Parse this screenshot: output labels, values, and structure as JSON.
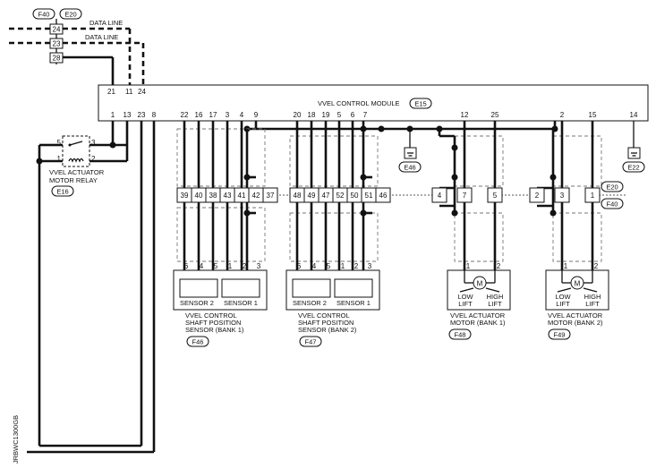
{
  "connectors": {
    "top_left_a": "F40",
    "top_left_b": "E20",
    "module": "E15",
    "relay": "E16",
    "ground1": "E46",
    "ground2": "E22",
    "mid_right_a": "E20",
    "mid_right_b": "F40",
    "sensor1": "F46",
    "sensor2": "F47",
    "motor1": "F48",
    "motor2": "F49"
  },
  "data_lines": {
    "label1": "DATA LINE",
    "label2": "DATA LINE",
    "pins": [
      "24",
      "23",
      "28"
    ]
  },
  "module": {
    "title": "VVEL CONTROL MODULE",
    "top_pins": [
      "21",
      "11",
      "24"
    ],
    "bottom_pins": [
      "1",
      "13",
      "23",
      "8",
      "22",
      "16",
      "17",
      "3",
      "4",
      "9",
      "20",
      "18",
      "19",
      "5",
      "6",
      "7",
      "12",
      "25",
      "2",
      "15",
      "14"
    ]
  },
  "relay": {
    "label_line1": "VVEL ACTUATOR",
    "label_line2": "MOTOR RELAY",
    "pins": [
      "5",
      "3",
      "1",
      "2"
    ]
  },
  "joint_connectors": {
    "group1": [
      "39",
      "40",
      "38",
      "43",
      "41",
      "42",
      "37"
    ],
    "group2": [
      "48",
      "49",
      "47",
      "52",
      "50",
      "51",
      "46"
    ],
    "group3": [
      "4",
      "7",
      "5"
    ],
    "group4": [
      "2",
      "3",
      "1"
    ]
  },
  "sensor_bank1": {
    "pins": [
      "6",
      "4",
      "5",
      "1",
      "2",
      "3"
    ],
    "sensor_a": "SENSOR 2",
    "sensor_b": "SENSOR 1",
    "label_line1": "VVEL CONTROL",
    "label_line2": "SHAFT POSITION",
    "label_line3": "SENSOR (BANK 1)"
  },
  "sensor_bank2": {
    "pins": [
      "6",
      "4",
      "5",
      "1",
      "2",
      "3"
    ],
    "sensor_a": "SENSOR 2",
    "sensor_b": "SENSOR 1",
    "label_line1": "VVEL CONTROL",
    "label_line2": "SHAFT POSITION",
    "label_line3": "SENSOR (BANK 2)"
  },
  "motor_bank1": {
    "pins": [
      "1",
      "2"
    ],
    "motor_symbol": "M",
    "low1": "LOW",
    "low2": "LIFT",
    "high1": "HIGH",
    "high2": "LIFT",
    "label_line1": "VVEL ACTUATOR",
    "label_line2": "MOTOR (BANK 1)"
  },
  "motor_bank2": {
    "pins": [
      "1",
      "2"
    ],
    "motor_symbol": "M",
    "low1": "LOW",
    "low2": "LIFT",
    "high1": "HIGH",
    "high2": "LIFT",
    "label_line1": "VVEL ACTUATOR",
    "label_line2": "MOTOR (BANK 2)"
  },
  "side_code": "JRBWC1300GB"
}
